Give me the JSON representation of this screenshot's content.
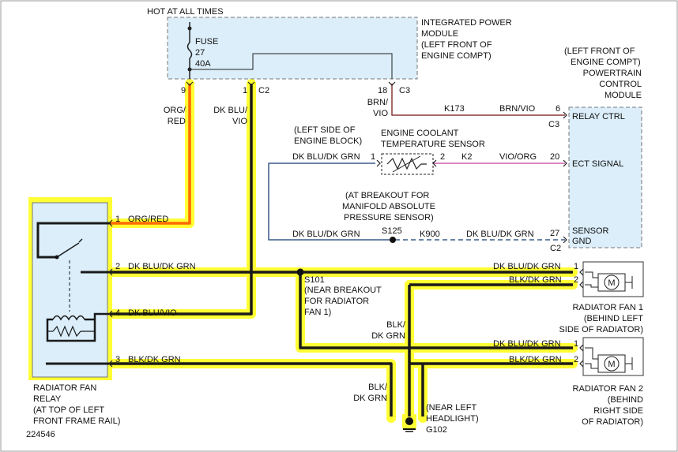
{
  "diagram_id": "224546",
  "colors": {
    "highlight": "#ffff33",
    "relay_box": "#dbeefa",
    "wire_dark": "#1a1a1a",
    "wire_blue": "#3a5a8a",
    "wire_orange": "#ff6a00",
    "wire_brown": "#8a3a3a",
    "wire_vio_org": "#d060b0"
  },
  "power_module": {
    "hot_label": "HOT AT ALL TIMES",
    "title": [
      "INTEGRATED POWER",
      "MODULE",
      "(LEFT FRONT OF",
      "ENGINE COMPT)"
    ],
    "fuse": [
      "FUSE",
      "27",
      "40A"
    ],
    "pin_9": "9",
    "pin_1": "1",
    "conn_c2": "C2",
    "pin_18": "18",
    "conn_c3": "C3"
  },
  "pcm": {
    "location": [
      "(LEFT FRONT OF",
      "ENGINE COMPT)"
    ],
    "title": [
      "POWERTRAIN",
      "CONTROL",
      "MODULE"
    ],
    "relay_ctrl": "RELAY CTRL",
    "ect_signal": "ECT SIGNAL",
    "sensor_gnd": [
      "SENSOR",
      "GND"
    ],
    "pin_6": "6",
    "conn_c3": "C3",
    "pin_20": "20",
    "pin_27": "27",
    "conn_c2": "C2"
  },
  "wires": {
    "org_red_vert": [
      "ORG/",
      "RED"
    ],
    "dk_blu_vio_vert": [
      "DK BLU/",
      "VIO"
    ],
    "brn_vio_vert": [
      "BRN/",
      "VIO"
    ],
    "k173": "K173",
    "brn_vio": "BRN/VIO",
    "k2": "K2",
    "vio_org": "VIO/ORG",
    "dk_blu_dk_grn_ect": "DK BLU/DK GRN",
    "dk_blu_dk_grn_gnd": "DK BLU/DK GRN",
    "k900": "K900",
    "dk_blu_dk_grn_pcm": "DK BLU/DK GRN",
    "s125": "S125",
    "relay_pin1": "ORG/RED",
    "relay_pin2": "DK BLU/DK GRN",
    "relay_pin4": "DK BLU/VIO",
    "relay_pin3": "BLK/DK GRN",
    "fan1_dkblu": "DK BLU/DK GRN",
    "fan1_blk": "BLK/DK GRN",
    "fan2_dkblu": "DK BLU/DK GRN",
    "fan2_blk": "BLK/DK GRN",
    "blk_dk_grn_mid": [
      "BLK/",
      "DK GRN"
    ],
    "blk_dk_grn_low": [
      "BLK/",
      "DK GRN"
    ]
  },
  "ect_sensor": {
    "location": [
      "(LEFT SIDE OF",
      "ENGINE BLOCK)"
    ],
    "title": [
      "ENGINE COOLANT",
      "TEMPERATURE SENSOR"
    ],
    "pin_1": "1",
    "pin_2": "2"
  },
  "map_breakout": [
    "(AT BREAKOUT FOR",
    "MANIFOLD ABSOLUTE",
    "PRESSURE SENSOR)"
  ],
  "splice_s101": [
    "S101",
    "(NEAR BREAKOUT",
    "FOR RADIATOR",
    "FAN 1)"
  ],
  "relay": {
    "label": [
      "RADIATOR FAN",
      "RELAY",
      "(AT TOP OF LEFT",
      "FRONT FRAME RAIL)"
    ],
    "pins": [
      "1",
      "2",
      "4",
      "3"
    ]
  },
  "fan1": {
    "label": [
      "RADIATOR FAN 1",
      "(BEHIND LEFT",
      "SIDE OF RADIATOR)"
    ],
    "pins": [
      "1",
      "2"
    ],
    "motor": "M"
  },
  "fan2": {
    "label": [
      "RADIATOR FAN 2",
      "(BEHIND",
      "RIGHT SIDE",
      "OF RADIATOR)"
    ],
    "pins": [
      "1",
      "2"
    ],
    "motor": "M"
  },
  "ground": [
    "(NEAR LEFT",
    "HEADLIGHT)",
    "G102"
  ]
}
